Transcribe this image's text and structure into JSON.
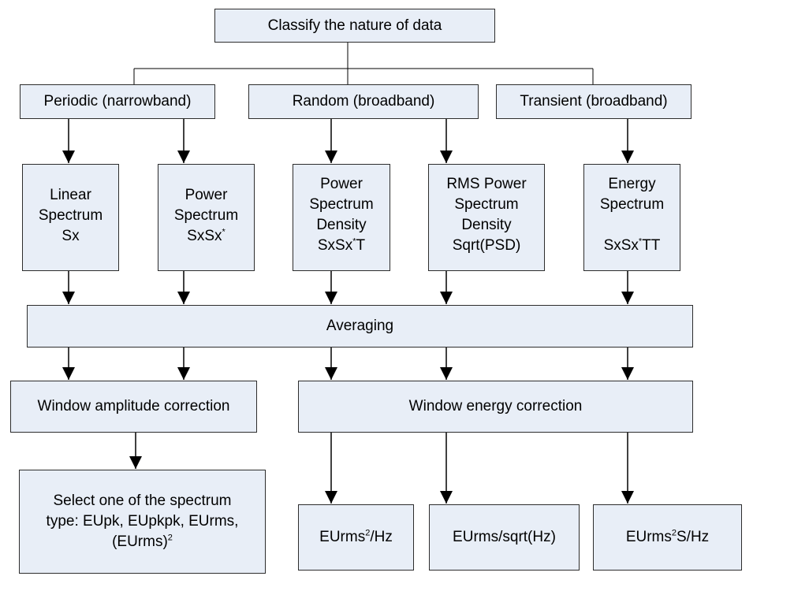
{
  "nodes": {
    "classify": "Classify the nature of data",
    "periodic": "Periodic (narrowband)",
    "random": "Random (broadband)",
    "transient": "Transient (broadband)",
    "linear": {
      "l1": "Linear",
      "l2": "Spectrum",
      "l3": "Sx"
    },
    "power": {
      "l1": "Power",
      "l2": "Spectrum",
      "l3": "SxSx",
      "l3_sup": "*"
    },
    "psd": {
      "l1": "Power",
      "l2": "Spectrum",
      "l3": "Density",
      "l4a": "SxSx",
      "l4_sup": "*",
      "l4b": "T"
    },
    "rms": {
      "l1": "RMS Power",
      "l2": "Spectrum",
      "l3": "Density",
      "l4": "Sqrt(PSD)"
    },
    "energy": {
      "l1": "Energy",
      "l2": "Spectrum",
      "l3a": "SxSx",
      "l3_sup": "*",
      "l3b": "TT"
    },
    "averaging": "Averaging",
    "amp_corr": "Window amplitude correction",
    "energy_corr": "Window energy correction",
    "select": {
      "l1": "Select one of the spectrum",
      "l2": "type: EUpk, EUpkpk, EUrms,",
      "l3a": "(EUrms)",
      "l3_sup": "2"
    },
    "u1": {
      "a": "EUrms",
      "sup": "2",
      "b": "/Hz"
    },
    "u2": "EUrms/sqrt(Hz)",
    "u3": {
      "a": "EUrms",
      "sup": "2",
      "b": "S/Hz"
    }
  },
  "colors": {
    "box_fill": "#e8eef7",
    "box_border": "#2d2d2d",
    "line": "#000000"
  }
}
